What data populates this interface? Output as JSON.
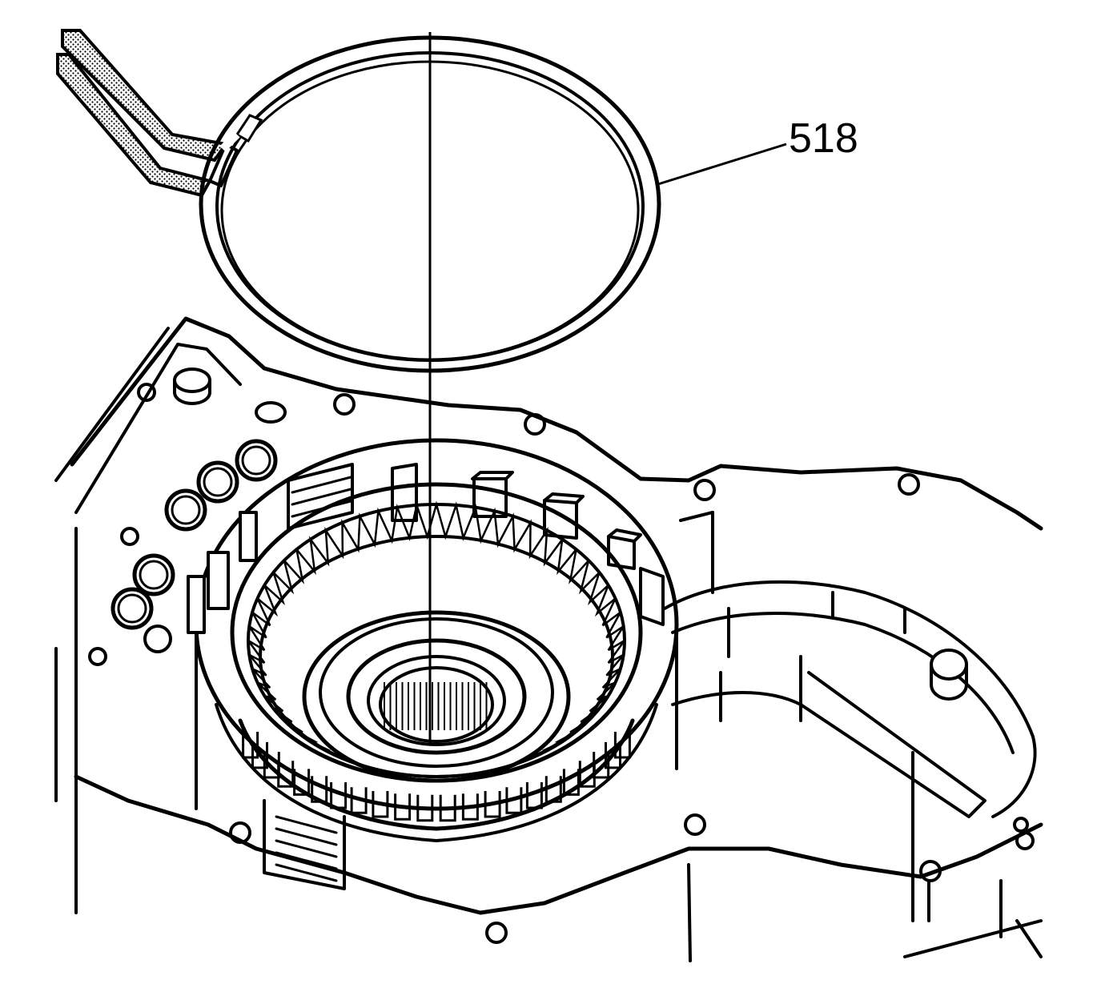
{
  "diagram": {
    "callouts": [
      {
        "id": "518",
        "label": "518",
        "part": "snap-ring"
      }
    ],
    "colors": {
      "ink": "#000000",
      "paper": "#ffffff",
      "hatch": "#000000"
    }
  }
}
